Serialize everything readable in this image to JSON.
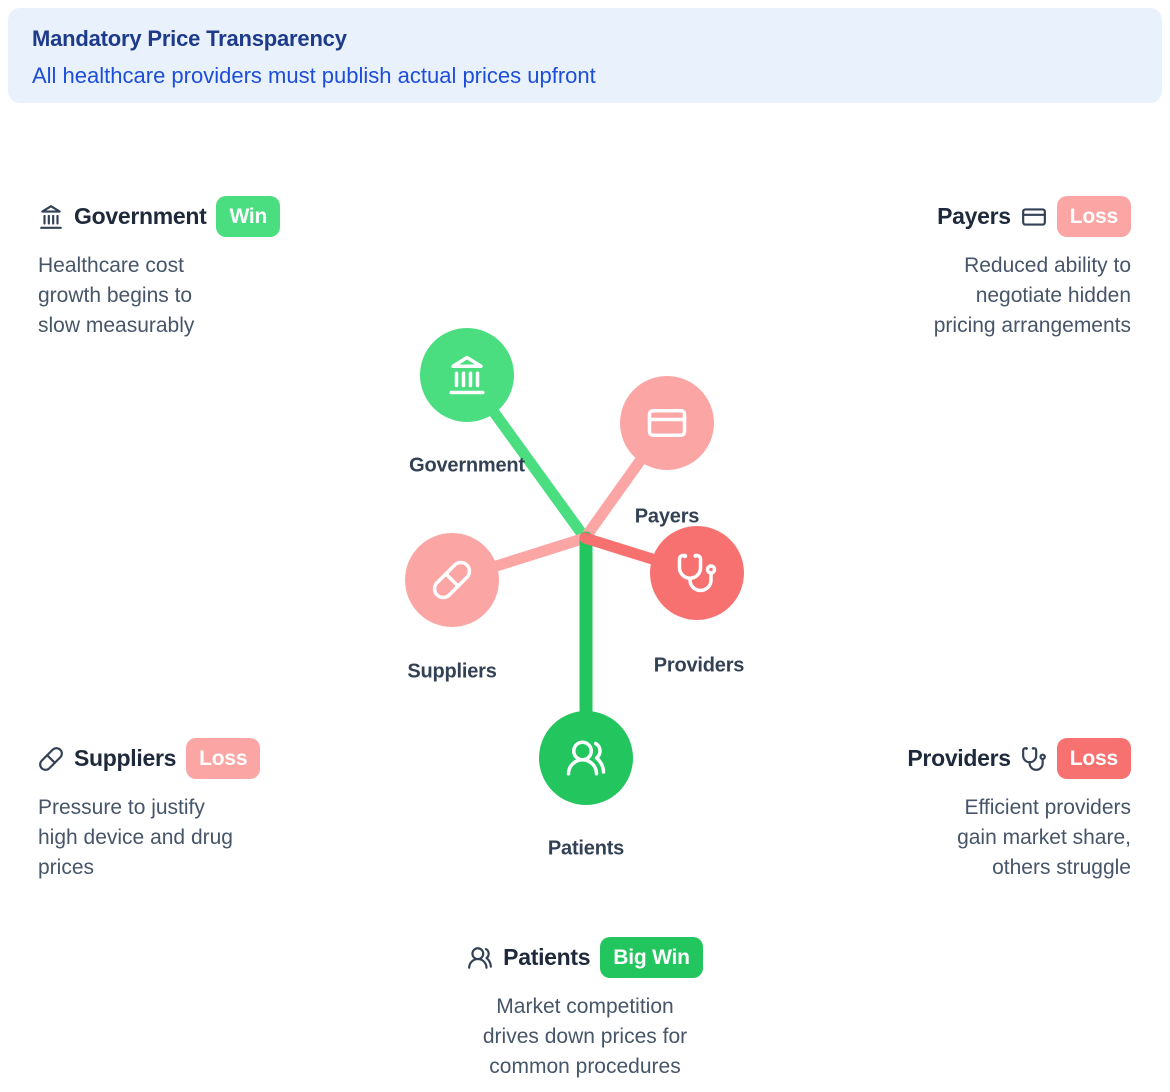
{
  "banner": {
    "title": "Mandatory Price Transparency",
    "subtitle": "All healthcare providers must publish actual prices upfront"
  },
  "blocks": {
    "government": {
      "name": "Government",
      "icon": "landmark-icon",
      "badge": "Win",
      "badge_color": "#4ade80",
      "lines": [
        "Healthcare cost",
        "growth begins to",
        "slow measurably"
      ]
    },
    "payers": {
      "name": "Payers",
      "icon": "credit-card-icon",
      "badge": "Loss",
      "badge_color": "#fca5a5",
      "lines": [
        "Reduced ability to",
        "negotiate hidden",
        "pricing arrangements"
      ]
    },
    "suppliers": {
      "name": "Suppliers",
      "icon": "pill-icon",
      "badge": "Loss",
      "badge_color": "#fca5a5",
      "lines": [
        "Pressure to justify",
        "high device and drug",
        "prices"
      ]
    },
    "providers": {
      "name": "Providers",
      "icon": "stethoscope-icon",
      "badge": "Loss",
      "badge_color": "#f87171",
      "lines": [
        "Efficient providers",
        "gain market share,",
        "others struggle"
      ]
    },
    "patients": {
      "name": "Patients",
      "icon": "users-icon",
      "badge": "Big Win",
      "badge_color": "#22c55e",
      "lines": [
        "Market competition",
        "drives down prices for",
        "common procedures"
      ]
    }
  },
  "diagram": {
    "nodes": [
      {
        "id": "government",
        "label": "Government",
        "icon": "landmark-icon",
        "color": "#4ade80",
        "outcome": "Win"
      },
      {
        "id": "payers",
        "label": "Payers",
        "icon": "credit-card-icon",
        "color": "#fca5a5",
        "outcome": "Loss"
      },
      {
        "id": "suppliers",
        "label": "Suppliers",
        "icon": "pill-icon",
        "color": "#fca5a5",
        "outcome": "Loss"
      },
      {
        "id": "providers",
        "label": "Providers",
        "icon": "stethoscope-icon",
        "color": "#f87171",
        "outcome": "Loss"
      },
      {
        "id": "patients",
        "label": "Patients",
        "icon": "users-icon",
        "color": "#22c55e",
        "outcome": "Big Win"
      }
    ],
    "edges": [
      {
        "from": "hub",
        "to": "government",
        "color": "#4ade80"
      },
      {
        "from": "hub",
        "to": "payers",
        "color": "#fca5a5"
      },
      {
        "from": "hub",
        "to": "suppliers",
        "color": "#fca5a5"
      },
      {
        "from": "hub",
        "to": "providers",
        "color": "#f87171"
      },
      {
        "from": "hub",
        "to": "patients",
        "color": "#22c55e"
      }
    ]
  },
  "colors": {
    "banner_bg": "#e9f1fd",
    "banner_title": "#1e3a8a",
    "banner_subtitle": "#1d4ed8",
    "win_green": "#4ade80",
    "big_win_green": "#22c55e",
    "loss_pink": "#fca5a5",
    "loss_red": "#f87171",
    "heading_text": "#1e293b",
    "body_text": "#475569"
  }
}
